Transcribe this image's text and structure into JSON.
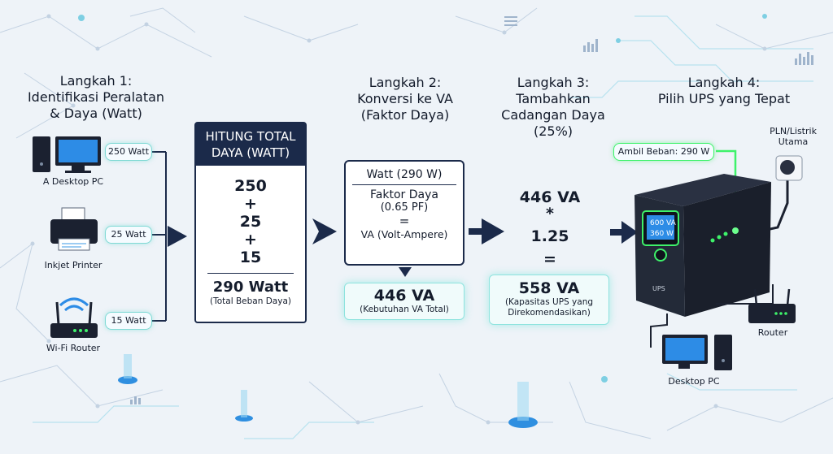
{
  "steps": {
    "s1": "Langkah 1:\nIdentifikasi Peralatan\n& Daya (Watt)",
    "s2": "Langkah 2:\nKonversi ke VA\n(Faktor Daya)",
    "s3": "Langkah 3:\nTambahkan\nCadangan Daya\n(25%)",
    "s4": "Langkah 4:\nPilih UPS yang Tepat"
  },
  "devices": [
    {
      "label": "A Desktop PC",
      "watt": "250 Watt",
      "icon": "desktop-pc-icon"
    },
    {
      "label": "Inkjet Printer",
      "watt": "25 Watt",
      "icon": "printer-icon"
    },
    {
      "label": "Wi-Fi Router",
      "watt": "15 Watt",
      "icon": "wifi-router-icon"
    }
  ],
  "total": {
    "header": "HITUNG TOTAL\nDAYA (WATT)",
    "v1": "250",
    "plus1": "+",
    "v2": "25",
    "plus2": "+",
    "v3": "15",
    "result": "290 Watt",
    "note": "(Total Beban Daya)"
  },
  "conversion": {
    "numerator": "Watt (290 W)",
    "denominator": "Faktor Daya",
    "pf": "(0.65 PF)",
    "eq": "=",
    "va_unit": "VA (Volt-Ampere)",
    "result": "446 VA",
    "note": "(Kebutuhan VA Total)"
  },
  "reserve": {
    "v1": "446 VA",
    "op": "*",
    "v2": "1.25",
    "eq": "=",
    "result": "558 VA",
    "note": "(Kapasitas UPS yang\nDirekomendasikan)"
  },
  "ups": {
    "load_label": "Ambil Beban: 290 W",
    "screen1": "600 VA",
    "screen2": "360 W",
    "brand": "UPS",
    "mains_label": "PLN/Listrik\nUtama",
    "router_label": "Router",
    "pc_label": "Desktop PC"
  },
  "colors": {
    "navy": "#1b2a4a",
    "teal": "#7fd9d4",
    "green": "#3ef26a"
  }
}
